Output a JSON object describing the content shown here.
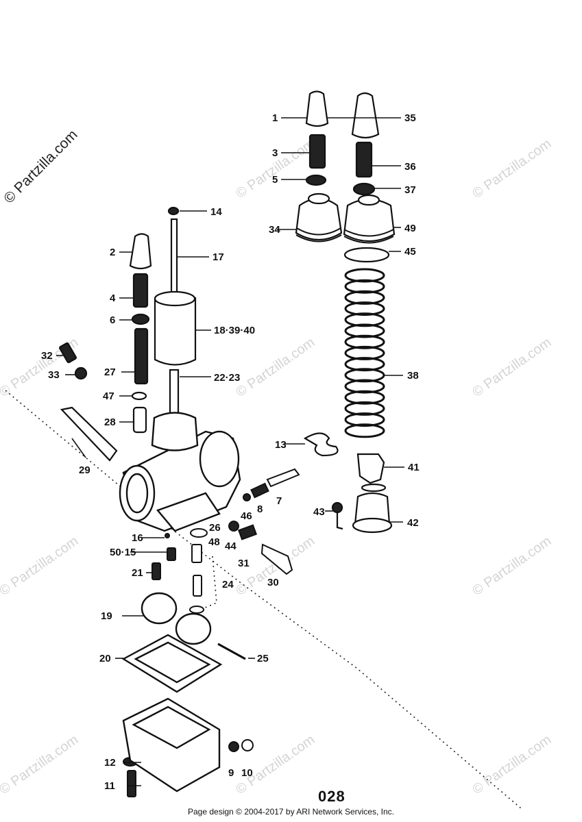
{
  "watermark": "© Partzilla.com",
  "page_number": "028",
  "footer": "Page design © 2004-2017 by ARI Network Services, Inc.",
  "callouts": [
    {
      "id": "1",
      "text": "1"
    },
    {
      "id": "2",
      "text": "2"
    },
    {
      "id": "3",
      "text": "3"
    },
    {
      "id": "4",
      "text": "4"
    },
    {
      "id": "5",
      "text": "5"
    },
    {
      "id": "6",
      "text": "6"
    },
    {
      "id": "7",
      "text": "7"
    },
    {
      "id": "8",
      "text": "8"
    },
    {
      "id": "9",
      "text": "9"
    },
    {
      "id": "10",
      "text": "10"
    },
    {
      "id": "11",
      "text": "11"
    },
    {
      "id": "12",
      "text": "12"
    },
    {
      "id": "13",
      "text": "13"
    },
    {
      "id": "14",
      "text": "14"
    },
    {
      "id": "16",
      "text": "16"
    },
    {
      "id": "17",
      "text": "17"
    },
    {
      "id": "18",
      "text": "18·39·40"
    },
    {
      "id": "19",
      "text": "19"
    },
    {
      "id": "20",
      "text": "20"
    },
    {
      "id": "21",
      "text": "21"
    },
    {
      "id": "22",
      "text": "22·23"
    },
    {
      "id": "24",
      "text": "24"
    },
    {
      "id": "25",
      "text": "25"
    },
    {
      "id": "26",
      "text": "26"
    },
    {
      "id": "27",
      "text": "27"
    },
    {
      "id": "28",
      "text": "28"
    },
    {
      "id": "29",
      "text": "29"
    },
    {
      "id": "30",
      "text": "30"
    },
    {
      "id": "31",
      "text": "31"
    },
    {
      "id": "32",
      "text": "32"
    },
    {
      "id": "33",
      "text": "33"
    },
    {
      "id": "34",
      "text": "34"
    },
    {
      "id": "35",
      "text": "35"
    },
    {
      "id": "36",
      "text": "36"
    },
    {
      "id": "37",
      "text": "37"
    },
    {
      "id": "38",
      "text": "38"
    },
    {
      "id": "41",
      "text": "41"
    },
    {
      "id": "42",
      "text": "42"
    },
    {
      "id": "43",
      "text": "43"
    },
    {
      "id": "44",
      "text": "44"
    },
    {
      "id": "45",
      "text": "45"
    },
    {
      "id": "46",
      "text": "46"
    },
    {
      "id": "47",
      "text": "47"
    },
    {
      "id": "48",
      "text": "48"
    },
    {
      "id": "49",
      "text": "49"
    },
    {
      "id": "50",
      "text": "50·15"
    }
  ]
}
